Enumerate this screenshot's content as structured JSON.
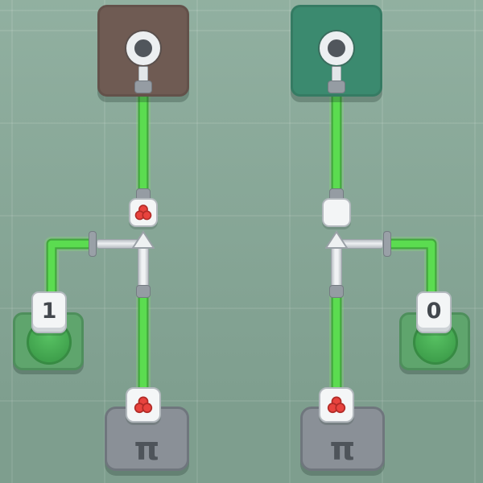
{
  "board": {
    "colors": {
      "background": "#86A897",
      "wire_green": "#5BDC50",
      "wire_edge": "#43A83E",
      "lamp_block_left": "#6F5B53",
      "lamp_block_right": "#3B8A6F",
      "pi_block_gray": "#8A9097",
      "icon_red": "#E8433E",
      "button_green": "#46A852",
      "button_pad_green": "#5FA56D"
    },
    "icons": {
      "lamp": "lamp-ring-icon",
      "valve": "valve-arrow-up-icon",
      "marker": "triple-dot-red-icon"
    }
  },
  "left_column": {
    "button": {
      "label": "1"
    },
    "pi_block": {
      "label": "π"
    },
    "filter_node": {
      "icon": "triple-dot-red-icon"
    },
    "source_node": {
      "icon": "triple-dot-red-icon"
    }
  },
  "right_column": {
    "button": {
      "label": "0"
    },
    "pi_block": {
      "label": "π"
    },
    "filter_node": {
      "icon": "none"
    },
    "source_node": {
      "icon": "triple-dot-red-icon"
    }
  }
}
